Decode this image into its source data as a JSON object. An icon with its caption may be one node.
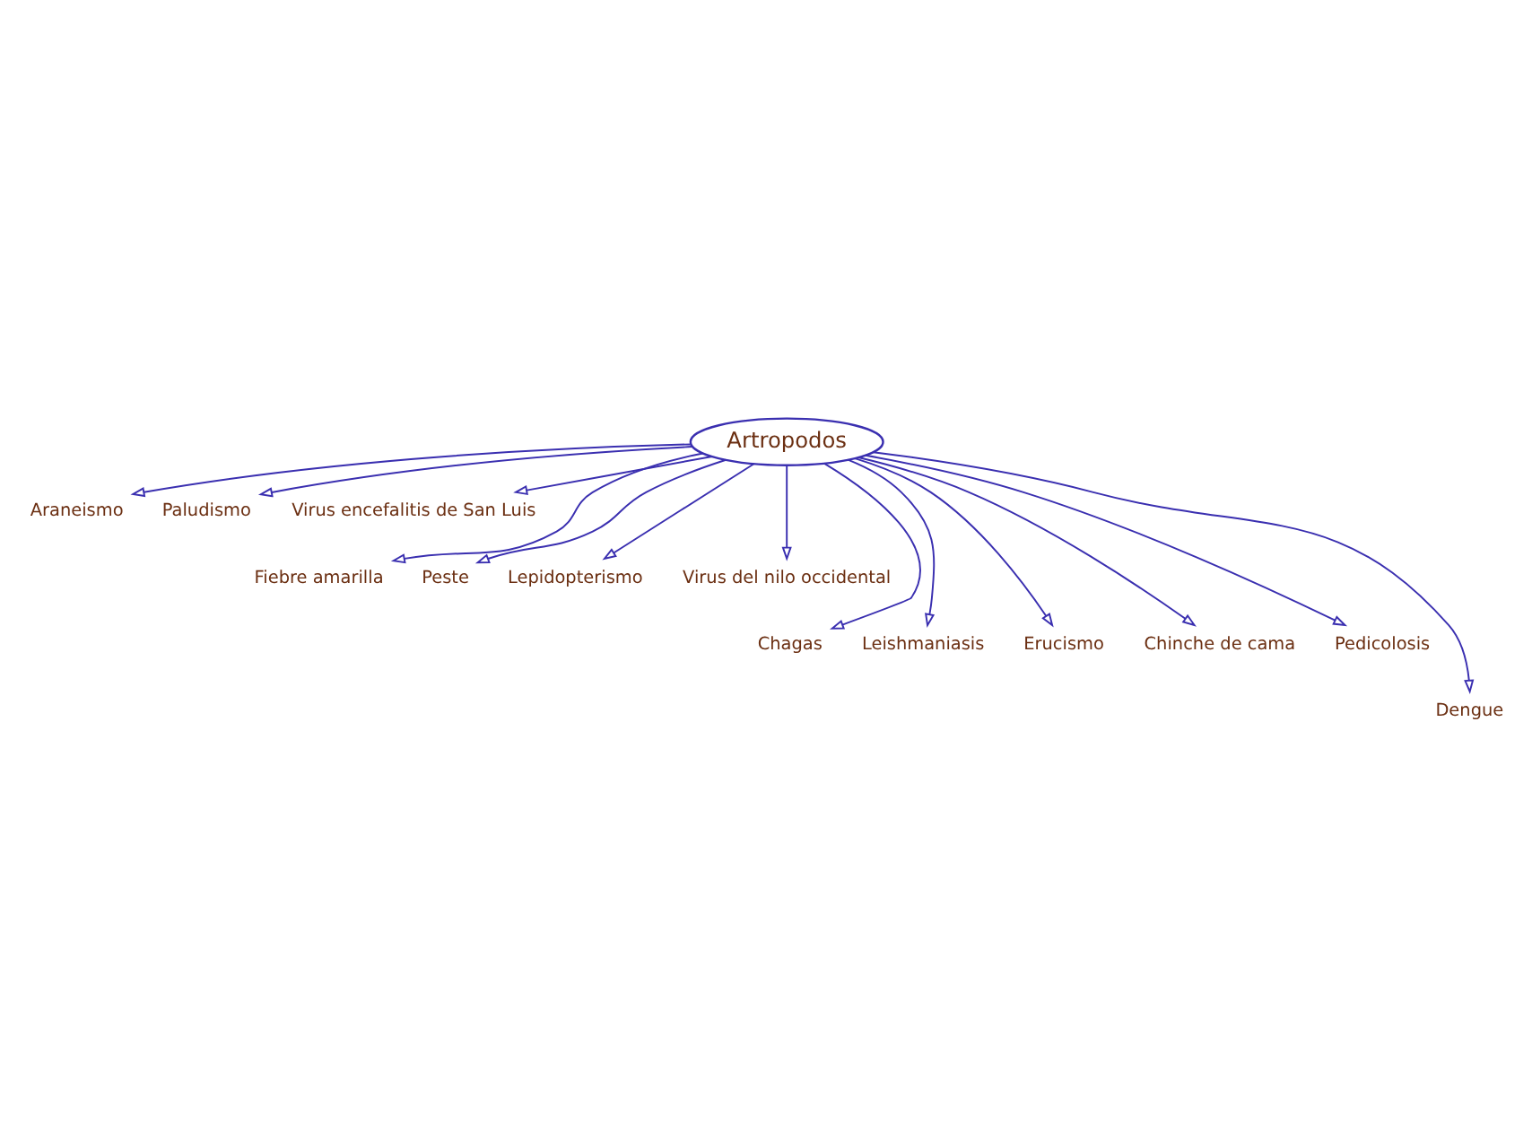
{
  "diagram": {
    "nodes": [
      {
        "text": [
          "Artropodos"
        ]
      },
      {
        "text": [
          "Araneismo"
        ]
      },
      {
        "text": [
          "Paludismo"
        ]
      },
      {
        "text": [
          "Virus encefalitis de San Luis"
        ]
      },
      {
        "text": [
          "Fiebre amarilla"
        ]
      },
      {
        "text": [
          "Peste"
        ]
      },
      {
        "text": [
          "Lepidopterismo"
        ]
      },
      {
        "text": [
          "Virus del nilo occidental"
        ]
      },
      {
        "text": [
          "Chagas"
        ]
      },
      {
        "text": [
          "Leishmaniasis"
        ]
      },
      {
        "text": [
          "Erucismo"
        ]
      },
      {
        "text": [
          "Chinche de cama"
        ]
      },
      {
        "text": [
          "Pedicolosis"
        ]
      },
      {
        "text": [
          "Dengue"
        ]
      }
    ],
    "edges": [
      {
        "from": 0,
        "to": 1,
        "arrow": "to"
      },
      {
        "from": 0,
        "to": 2,
        "arrow": "to"
      },
      {
        "from": 0,
        "to": 3,
        "arrow": "to"
      },
      {
        "from": 0,
        "to": 4,
        "arrow": "to"
      },
      {
        "from": 0,
        "to": 5,
        "arrow": "to"
      },
      {
        "from": 0,
        "to": 6,
        "arrow": "to"
      },
      {
        "from": 0,
        "to": 7,
        "arrow": "to"
      },
      {
        "from": 0,
        "to": 8,
        "arrow": "to"
      },
      {
        "from": 0,
        "to": 9,
        "arrow": "to"
      },
      {
        "from": 0,
        "to": 10,
        "arrow": "to"
      },
      {
        "from": 0,
        "to": 11,
        "arrow": "to"
      },
      {
        "from": 0,
        "to": 12,
        "arrow": "to"
      },
      {
        "from": 0,
        "to": 13,
        "arrow": "to"
      }
    ]
  }
}
